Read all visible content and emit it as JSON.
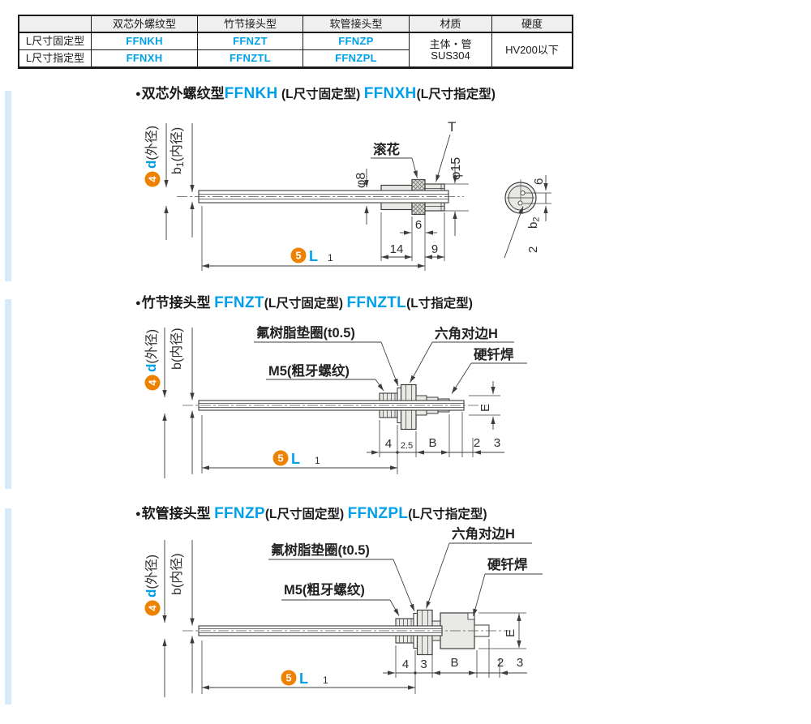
{
  "colors": {
    "cyan": "#00a0e9",
    "orange": "#ee8100",
    "line": "#3d3d3d",
    "metal": "#e9e9e5",
    "header_bg": "#efefef",
    "edge_bar": "#d6eaf9"
  },
  "table": {
    "corner": "",
    "col_headers": [
      "双芯外螺纹型",
      "竹节接头型",
      "软管接头型",
      "材质",
      "硬度"
    ],
    "row_labels": [
      "L尺寸固定型",
      "L尺寸指定型"
    ],
    "parts": [
      [
        "FFNKH",
        "FFNZT",
        "FFNZP"
      ],
      [
        "FFNXH",
        "FFNZTL",
        "FFNZPL"
      ]
    ],
    "material_line1": "主体・管",
    "material_line2": "SUS304",
    "hardness": "HV200以下"
  },
  "s1": {
    "bullet": "●",
    "type": "双芯外螺纹型",
    "part_fixed": "FFNKH",
    "note_fixed": "(L尺寸固定型)",
    "part_spec": "FFNXH",
    "note_spec": "(L尺寸指定型)",
    "knurl_label": "滚花",
    "thread_label": "T",
    "dia_tube": "φ8",
    "dia_thread": "φ15",
    "badge_d": "4",
    "d_sym": "d",
    "d_paren": "(外径)",
    "b_sym": "b",
    "b_sub": "1",
    "b_paren": "(内径)",
    "dim_knurl": "6",
    "dim_body": "14",
    "dim_thread": "9",
    "badge_l": "5",
    "l_sym": "L",
    "l_sub": "1",
    "end_view": {
      "hole_pitch": "6",
      "b_sym": "b",
      "b_sub": "2",
      "hole_dia": "2"
    }
  },
  "s2": {
    "bullet": "●",
    "type": "竹节接头型",
    "part_fixed": "FFNZT",
    "note_fixed": "(L尺寸固定型)",
    "part_spec": "FFNZTL",
    "note_spec": "(L寸指定型)",
    "washer_label": "氟树脂垫圈(t0.5)",
    "hex_label": "六角对边H",
    "braze_label": "硬钎焊",
    "thread_label": "M5(粗牙螺纹)",
    "badge_d": "4",
    "d_sym": "d",
    "d_paren": "(外径)",
    "b_label": "b(内径)",
    "dim1": "4",
    "dim2": "2.5",
    "dim3": "B",
    "dim4": "2",
    "dim5": "3",
    "e_sym": "E",
    "badge_l": "5",
    "l_sym": "L",
    "l_sub": "1"
  },
  "s3": {
    "bullet": "●",
    "type": "软管接头型",
    "part_fixed": "FFNZP",
    "note_fixed": "(L尺寸固定型)",
    "part_spec": "FFNZPL",
    "note_spec": "(L尺寸指定型)",
    "washer_label": "氟树脂垫圈(t0.5)",
    "hex_label": "六角对边H",
    "braze_label": "硬钎焊",
    "thread_label": "M5(粗牙螺纹)",
    "badge_d": "4",
    "d_sym": "d",
    "d_paren": "(外径)",
    "b_label": "b(内径)",
    "dim1": "4",
    "dim2": "3",
    "dim3": "B",
    "dim4": "2",
    "dim5": "3",
    "e_sym": "E",
    "badge_l": "5",
    "l_sym": "L",
    "l_sub": "1"
  }
}
